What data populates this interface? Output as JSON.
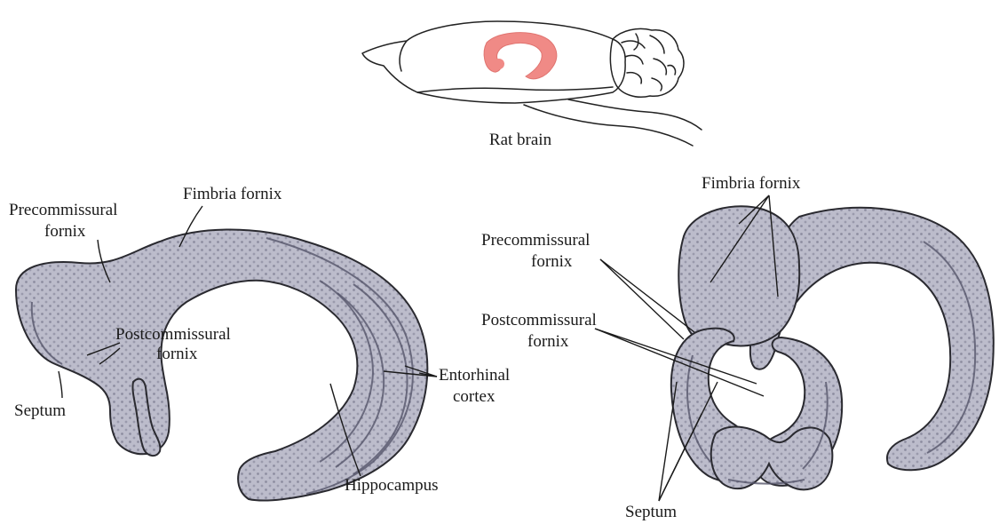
{
  "colors": {
    "structure_fill": "#b9b9c8",
    "structure_stroke": "#2a2a30",
    "highlight": "#f08a86",
    "text": "#1a1a1a"
  },
  "top": {
    "caption": "Rat brain"
  },
  "left_panel": {
    "fimbria_fornix": "Fimbria fornix",
    "precommissural_1": "Precommissural",
    "precommissural_2": "fornix",
    "postcommissural_1": "Postcommissural",
    "postcommissural_2": "fornix",
    "septum": "Septum",
    "entorhinal_1": "Entorhinal",
    "entorhinal_2": "cortex",
    "hippocampus": "Hippocampus"
  },
  "right_panel": {
    "fimbria_fornix": "Fimbria fornix",
    "precommissural_1": "Precommissural",
    "precommissural_2": "fornix",
    "postcommissural_1": "Postcommissural",
    "postcommissural_2": "fornix",
    "septum": "Septum"
  }
}
